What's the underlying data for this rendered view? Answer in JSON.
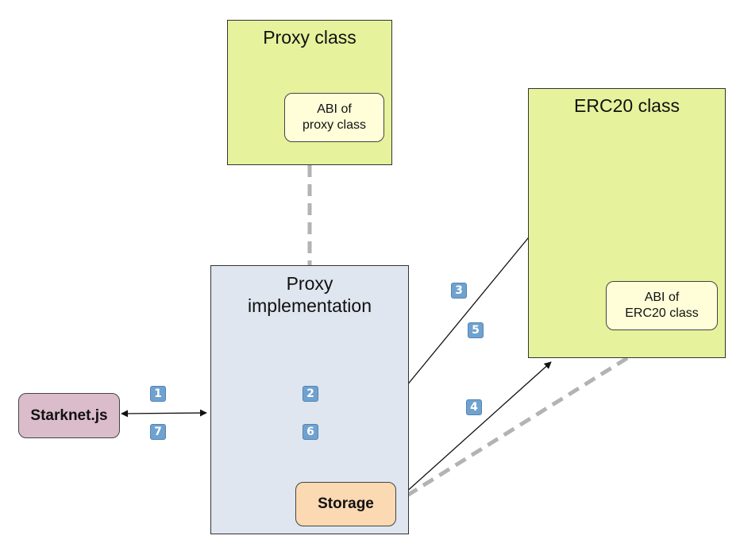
{
  "proxy_class": {
    "title": "Proxy class",
    "abi_line1": "ABI of",
    "abi_line2": "proxy class"
  },
  "erc20_class": {
    "title": "ERC20 class",
    "abi_line1": "ABI of",
    "abi_line2": "ERC20 class"
  },
  "proxy_impl": {
    "title_line1": "Proxy",
    "title_line2": "implementation"
  },
  "starknet": {
    "label": "Starknet.js"
  },
  "storage": {
    "label": "Storage"
  },
  "steps": {
    "s1": "1",
    "s2": "2",
    "s3": "3",
    "s4": "4",
    "s5": "5",
    "s6": "6",
    "s7": "7"
  },
  "colors": {
    "class_box": "#e6f29c",
    "impl_box": "#dfe6ef",
    "abi_box": "#fffed9",
    "starknet": "#dbbccb",
    "storage": "#fbd9b2",
    "badge": "#6fa2cf",
    "dashed_link": "#b3b3b3"
  }
}
